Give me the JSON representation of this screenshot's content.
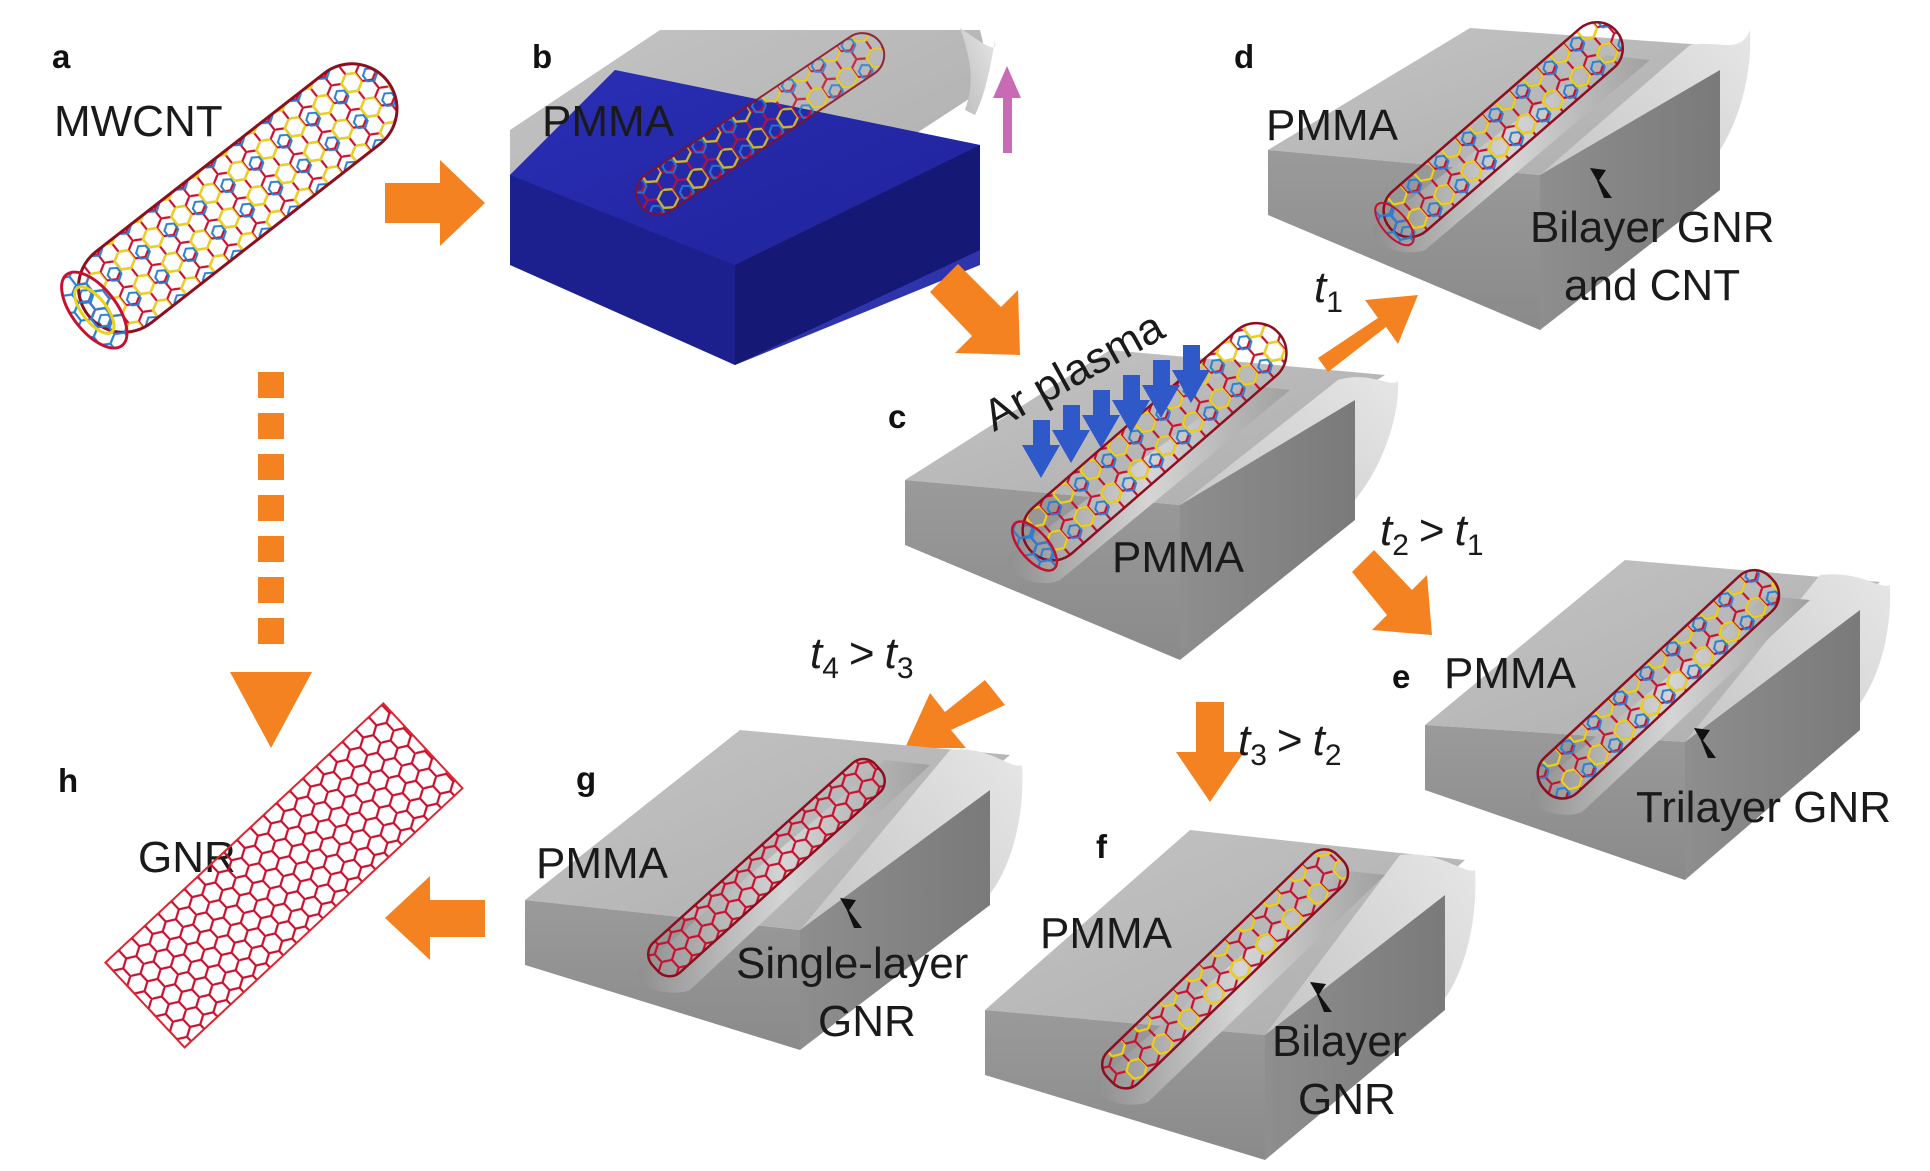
{
  "diagram": {
    "panels": {
      "a": {
        "letter": "a",
        "label": "MWCNT"
      },
      "b": {
        "letter": "b",
        "label": "PMMA"
      },
      "c": {
        "letter": "c",
        "plasma": "Ar plasma",
        "label": "PMMA"
      },
      "d": {
        "letter": "d",
        "label": "PMMA",
        "result_line1": "Bilayer GNR",
        "result_line2": "and CNT"
      },
      "e": {
        "letter": "e",
        "label": "PMMA",
        "result_line1": "Trilayer GNR"
      },
      "f": {
        "letter": "f",
        "label": "PMMA",
        "result_line1": "Bilayer",
        "result_line2": "GNR"
      },
      "g": {
        "letter": "g",
        "label": "PMMA",
        "result_line1": "Single-layer",
        "result_line2": "GNR"
      },
      "h": {
        "letter": "h",
        "label": "GNR"
      }
    },
    "times": {
      "t1": {
        "var": "t",
        "sub": "1"
      },
      "t2": {
        "var": "t",
        "sub": "2",
        "op": ">",
        "var2": "t",
        "sub2": "1"
      },
      "t3": {
        "var": "t",
        "sub": "3",
        "op": ">",
        "var2": "t",
        "sub2": "2"
      },
      "t4": {
        "var": "t",
        "sub": "4",
        "op": ">",
        "var2": "t",
        "sub2": "3"
      }
    },
    "colors": {
      "arrow_orange": "#f58220",
      "plasma_blue": "#2f58c8",
      "lift_arrow_magenta": "#c86bb4",
      "substrate_blue": "#20239a",
      "pmma_gray": "#a9a9a9",
      "tube_red": "#c8102e",
      "tube_yellow": "#e8d21b",
      "tube_blue": "#2a7fd4"
    }
  }
}
